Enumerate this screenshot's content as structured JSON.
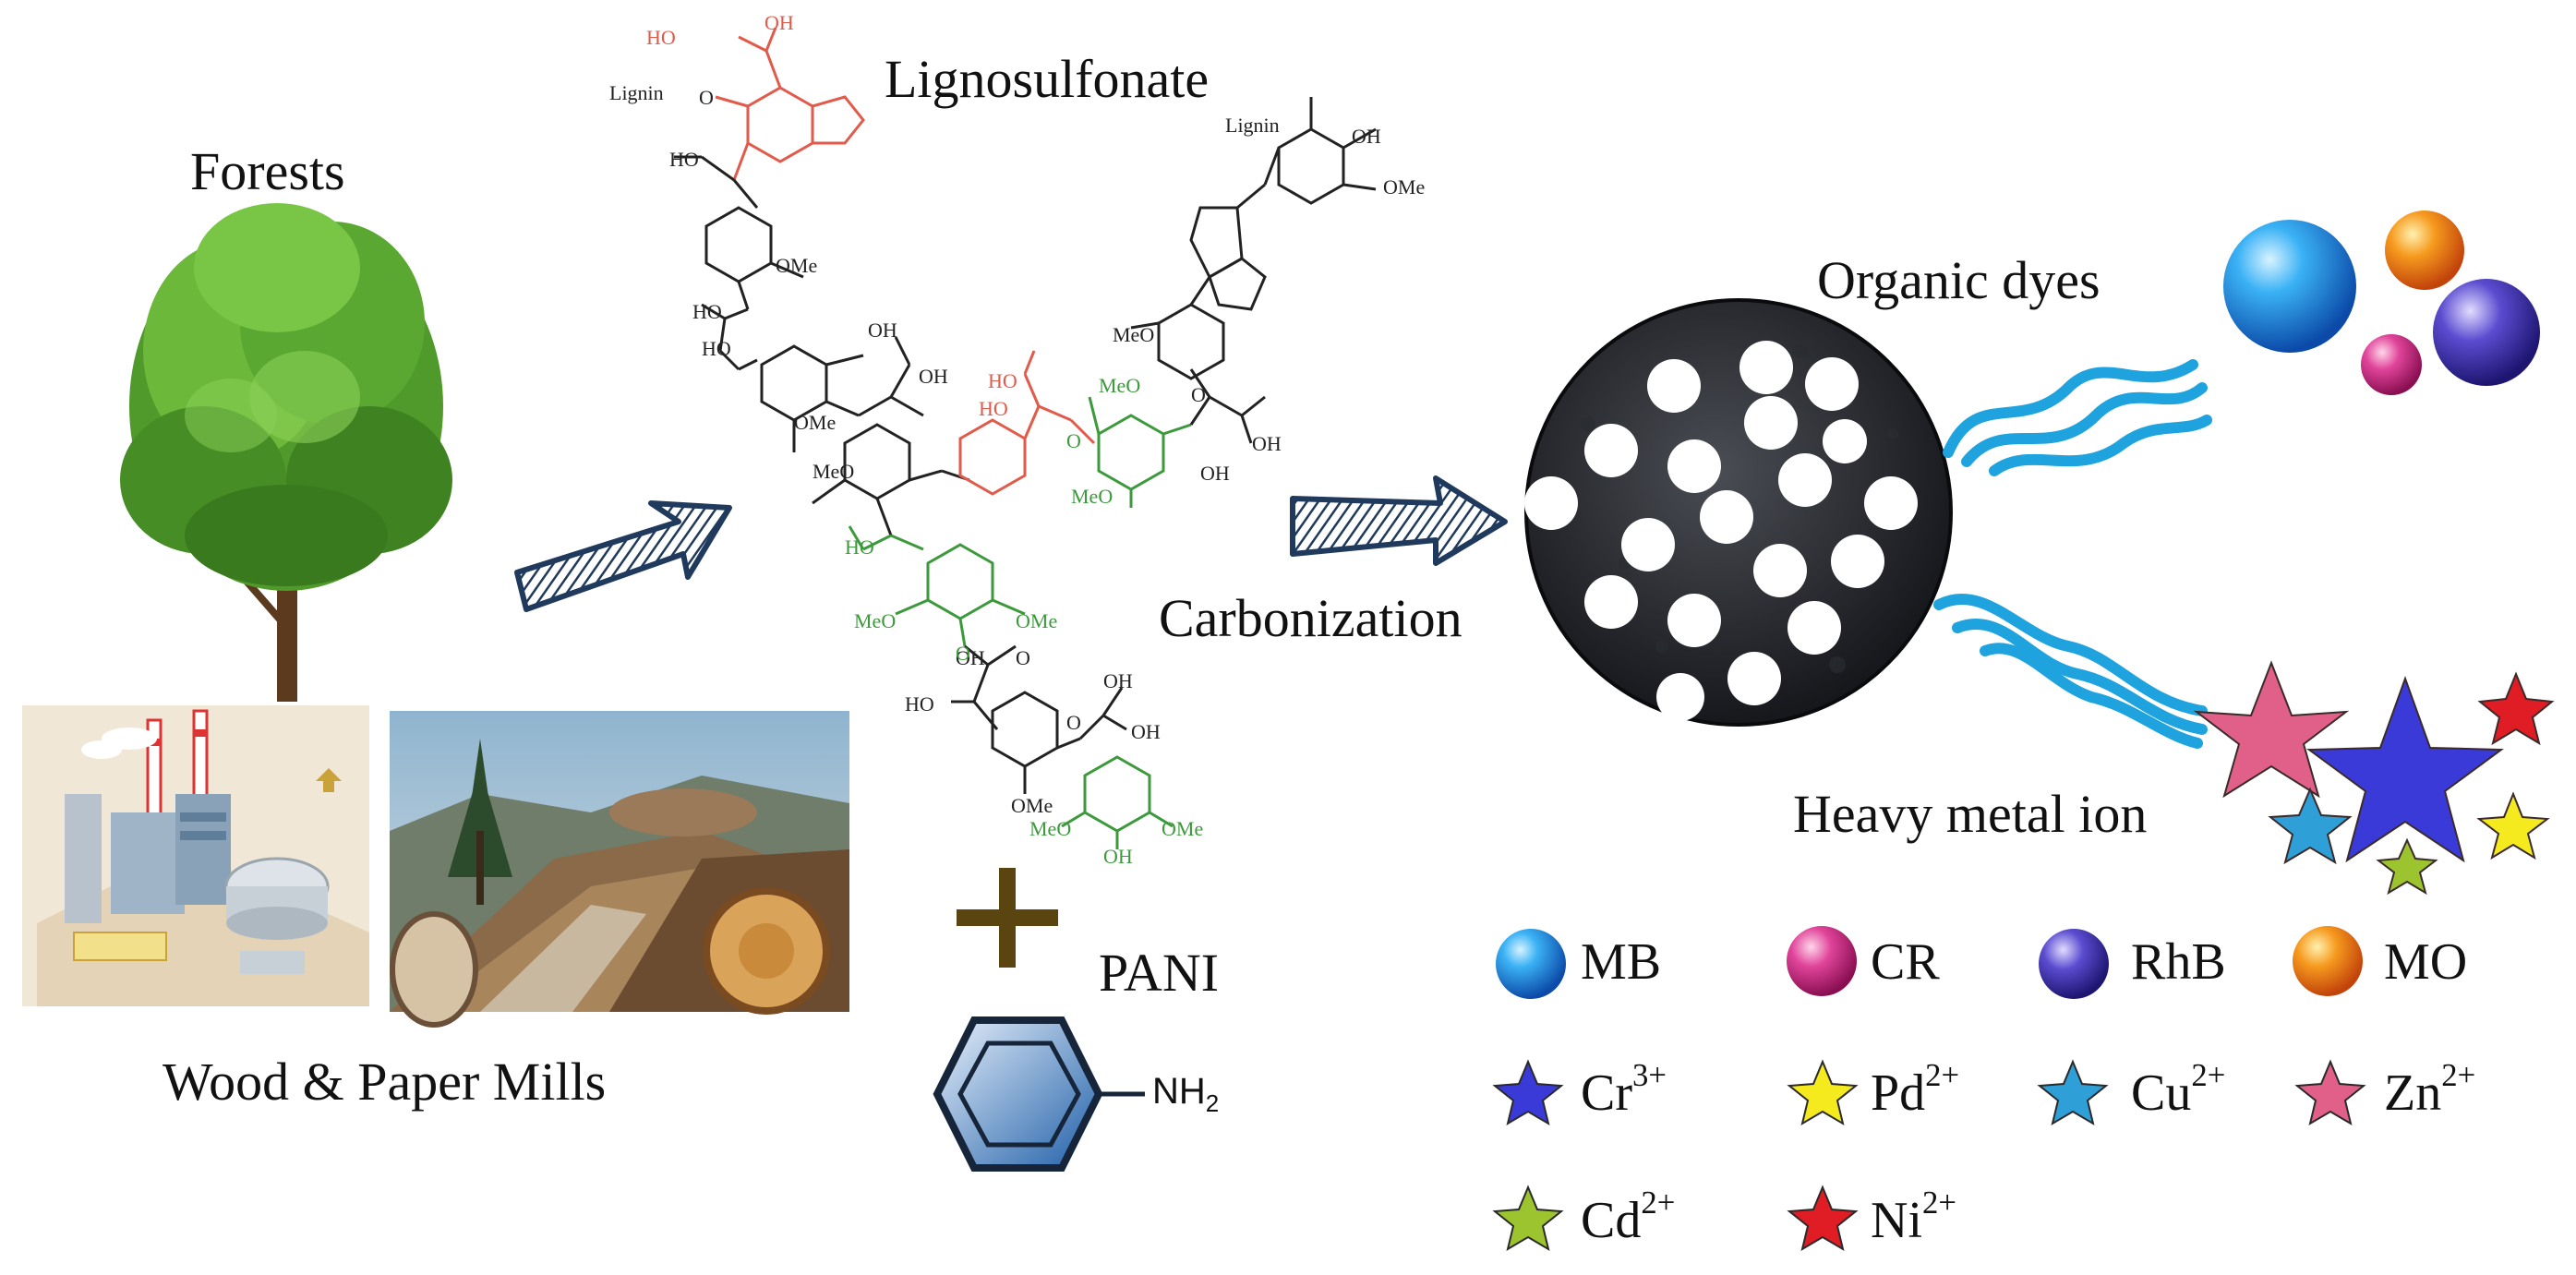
{
  "labels": {
    "forests": "Forests",
    "mills": "Wood & Paper Mills",
    "lignosulfonate": "Lignosulfonate",
    "carbonization": "Carbonization",
    "pani": "PANI",
    "nh2": "NH",
    "nh2_sub": "2",
    "organic_dyes": "Organic dyes",
    "heavy_metal": "Heavy metal ion"
  },
  "molecule": {
    "ho": "HO",
    "oh": "OH",
    "o": "O",
    "lignin": "Lignin",
    "ome": "OMe",
    "meo": "MeO"
  },
  "legend_dyes": [
    {
      "label": "MB",
      "color": "#1e8fe0"
    },
    {
      "label": "CR",
      "color": "#d23c8c"
    },
    {
      "label": "RhB",
      "color": "#4b3dbb"
    },
    {
      "label": "MO",
      "color": "#f08a1c"
    }
  ],
  "legend_ions": [
    {
      "base": "Cr",
      "charge": "3+",
      "color": "#3a3ad8"
    },
    {
      "base": "Pd",
      "charge": "2+",
      "color": "#f4ea1e"
    },
    {
      "base": "Cu",
      "charge": "2+",
      "color": "#2f9fd8"
    },
    {
      "base": "Zn",
      "charge": "2+",
      "color": "#e0608a"
    },
    {
      "base": "Cd",
      "charge": "2+",
      "color": "#9cc42e"
    },
    {
      "base": "Ni",
      "charge": "2+",
      "color": "#e01c24"
    }
  ],
  "colors": {
    "arrow": "#1f3a5c",
    "plus": "#5a4410",
    "benzene": "#1f5fa8",
    "wave": "#1fa3de",
    "red_segment": "#e25a4a",
    "green_segment": "#3c9a3c"
  }
}
